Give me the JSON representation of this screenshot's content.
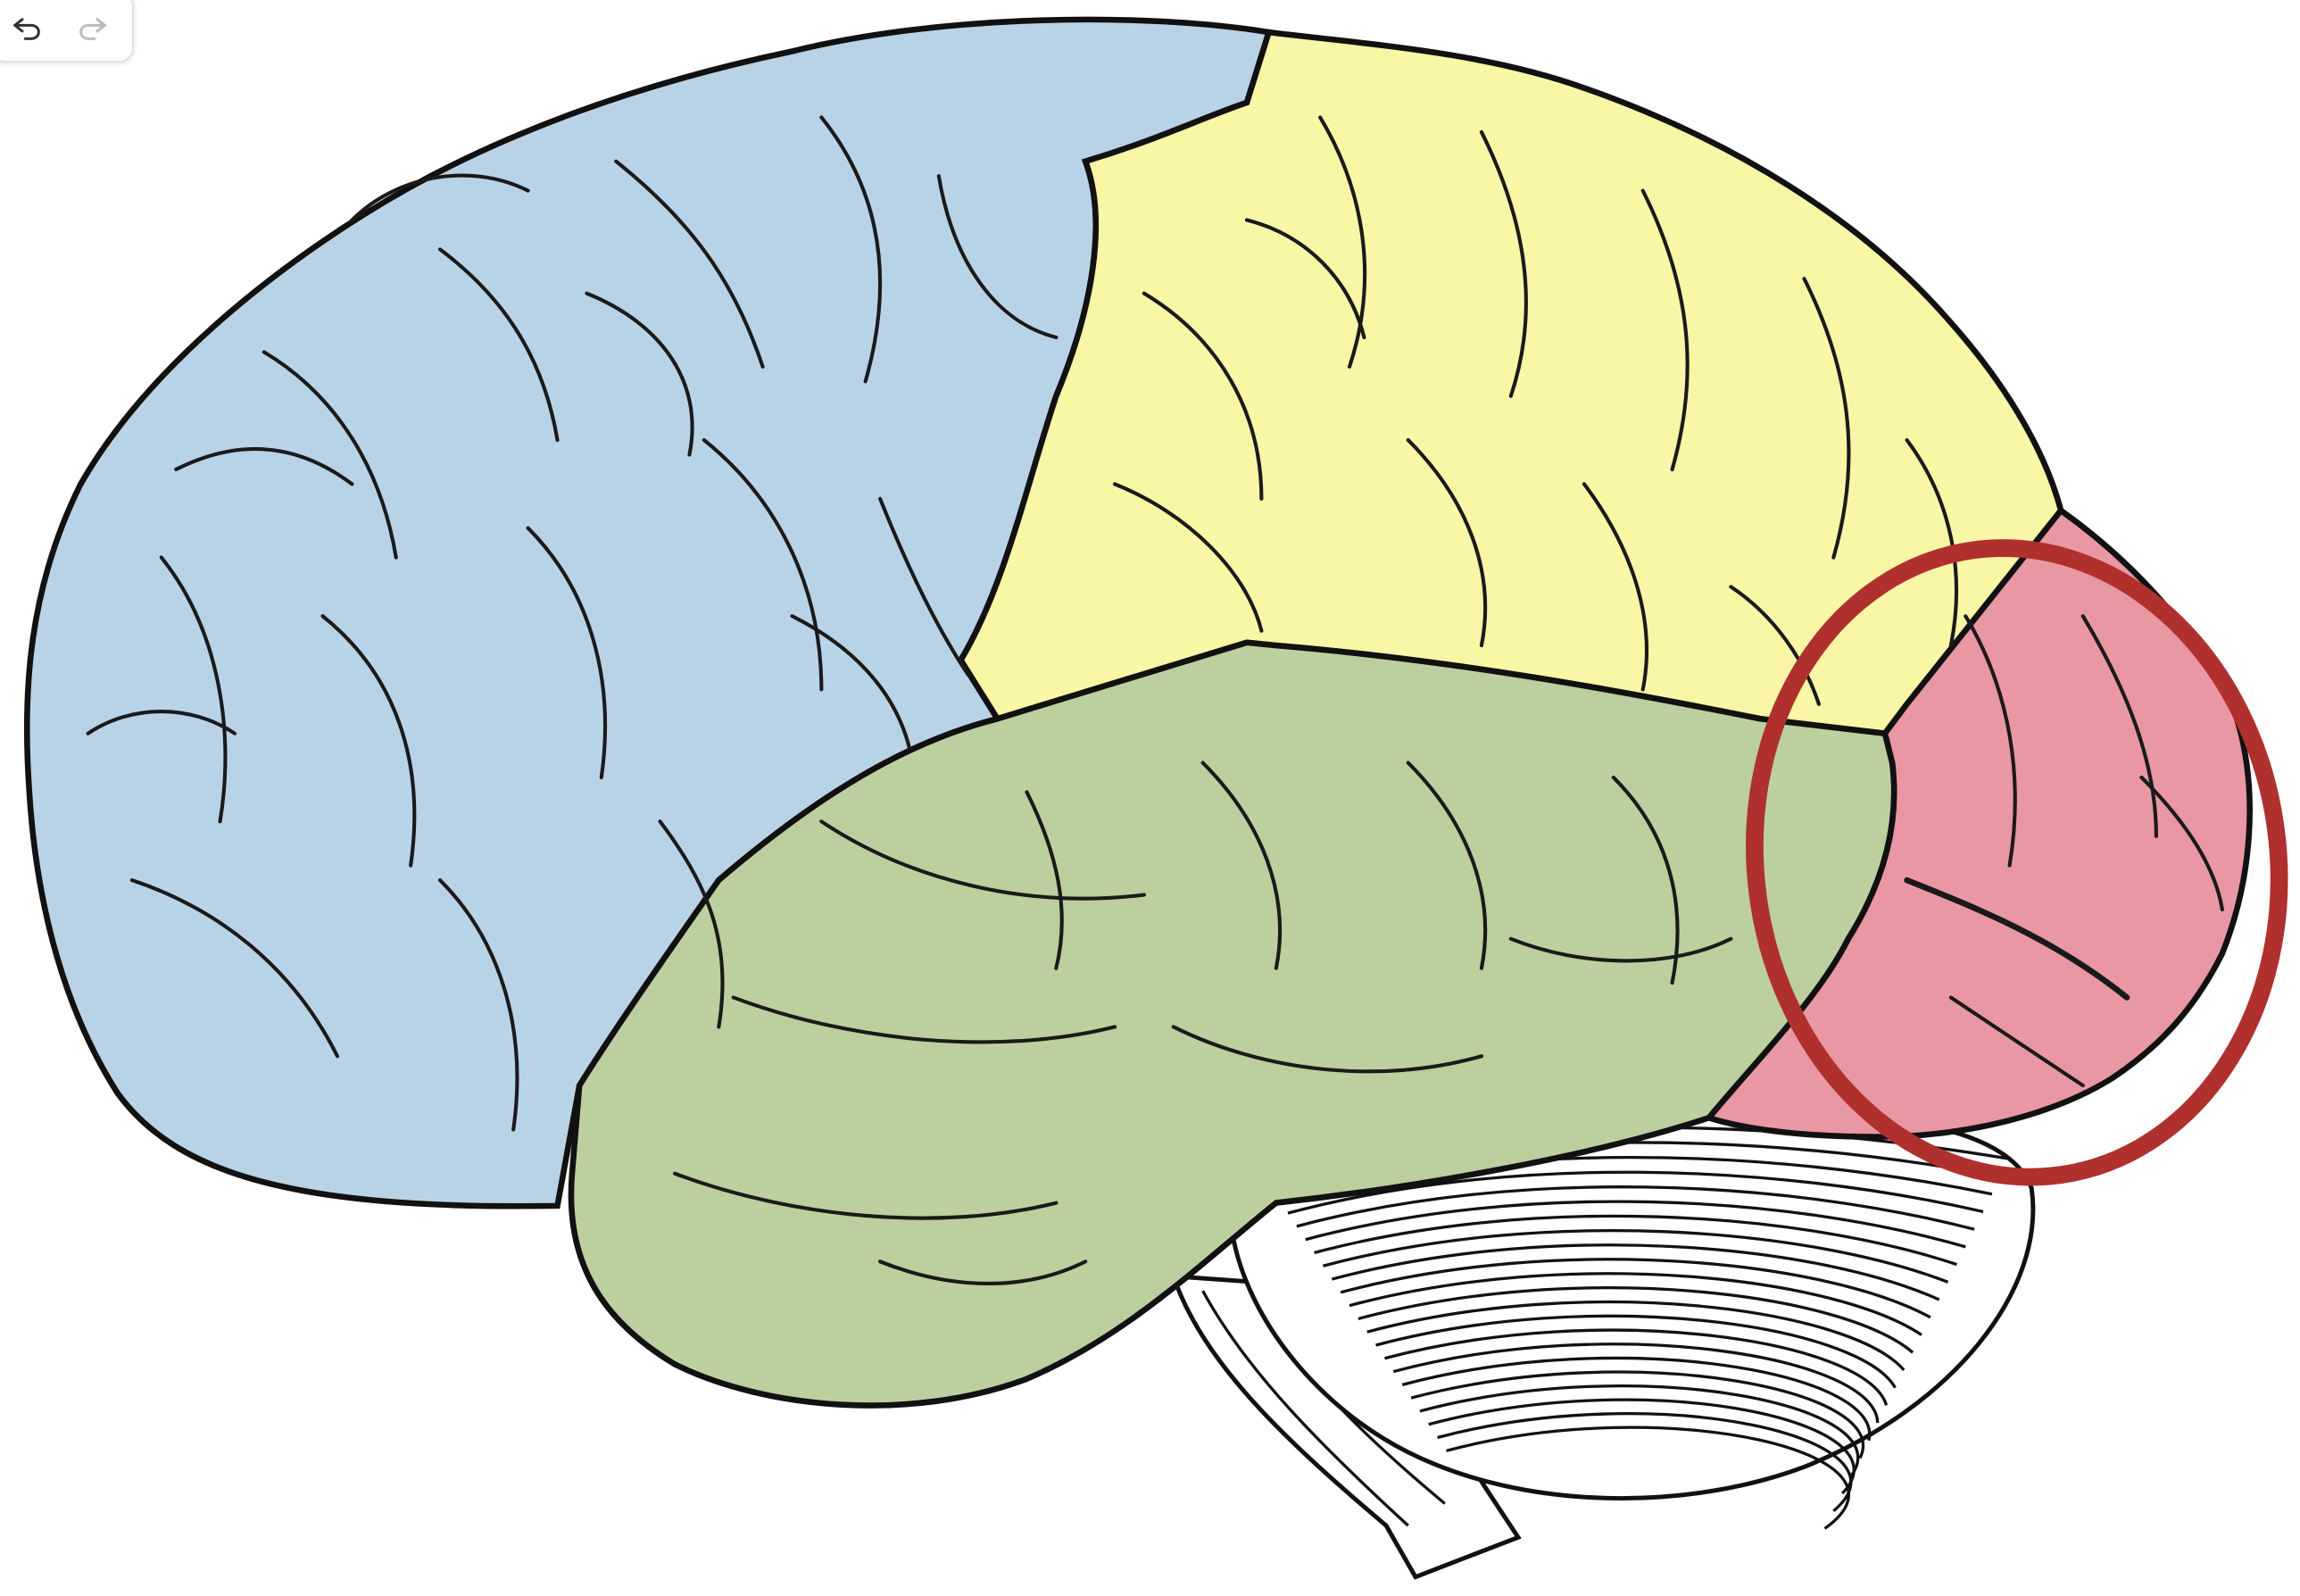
{
  "toolbar": {
    "undo_icon": "undo-icon",
    "redo_icon": "redo-icon",
    "undo_enabled": true,
    "redo_enabled": false
  },
  "diagram": {
    "subject": "brain-lateral-view",
    "regions": [
      {
        "name": "frontal-lobe",
        "color": "#b9d3e6"
      },
      {
        "name": "parietal-lobe",
        "color": "#f9f6a6"
      },
      {
        "name": "temporal-lobe",
        "color": "#bccf9f"
      },
      {
        "name": "occipital-lobe",
        "color": "#e997a3"
      },
      {
        "name": "cerebellum",
        "color": "#ffffff"
      },
      {
        "name": "brainstem",
        "color": "#ffffff"
      }
    ],
    "highlight": {
      "target": "occipital-lobe",
      "stroke": "#b0302d"
    },
    "outline_color": "#111111"
  }
}
